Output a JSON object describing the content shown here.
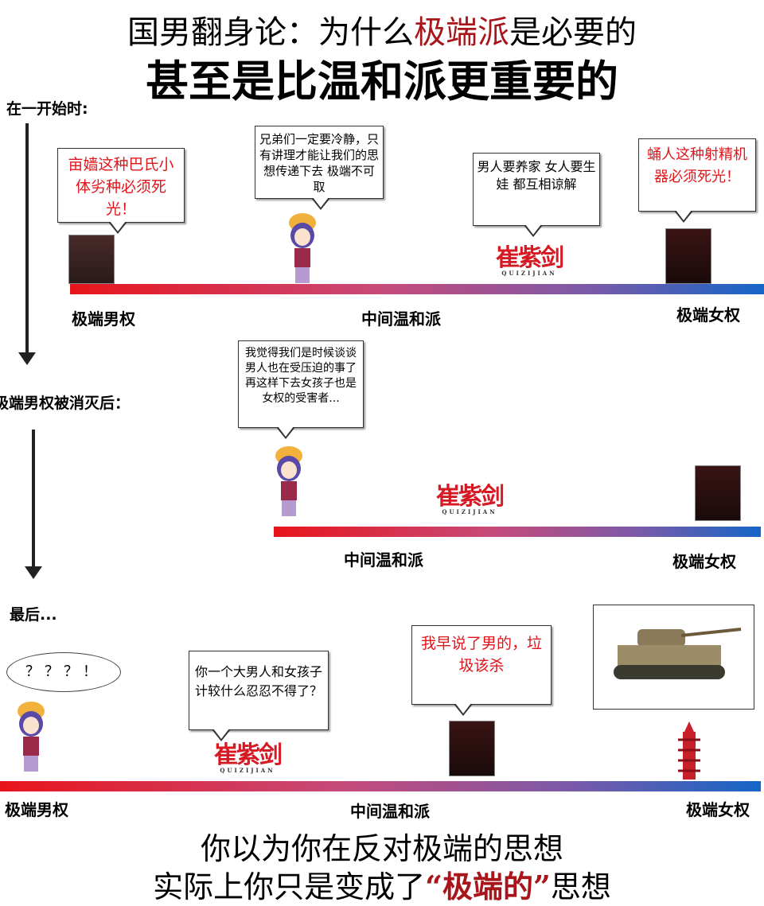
{
  "title": {
    "line1_pre": "国男翻身论：为什么",
    "line1_red": "极端派",
    "line1_post": "是必要的",
    "line2": "甚至是比温和派更重要的"
  },
  "sections": {
    "start": "在一开始时:",
    "after": "极端男权被消灭后：",
    "finally": "最后..."
  },
  "labels": {
    "extreme_male": "极端男权",
    "moderate": "中间温和派",
    "extreme_female": "极端女权"
  },
  "logo": {
    "name": "崔紫剑",
    "sub": "QUIZIJIAN"
  },
  "panel1": {
    "bubble_male": "亩嫱这种巴氏小体劣种必须死光！",
    "bubble_girl": "兄弟们一定要冷静，只有讲理才能让我们的思想传递下去 极端不可取",
    "bubble_logo": "男人要养家 女人要生娃 都互相谅解",
    "bubble_female": "蛹人这种射精机器必须死光！"
  },
  "panel2": {
    "bubble_girl": "我觉得我们是时候谈谈男人也在受压迫的事了 再这样下去女孩子也是女权的受害者..."
  },
  "panel3": {
    "bubble_girl": "？？？！",
    "bubble_logo": "你一个大男人和女孩子计较什么忍忍不得了？",
    "bubble_female": "我早说了男的，垃圾该杀"
  },
  "conclusion": {
    "line1": "你以为你在反对极端的思想",
    "line2_pre": "实际上你只是变成了",
    "line2_red": "“极端的”",
    "line2_post": "思想"
  },
  "colors": {
    "accent_red": "#a8161b",
    "bubble_red": "#e0151b",
    "bar_start": "#e8151b",
    "bar_end": "#1565c8"
  }
}
